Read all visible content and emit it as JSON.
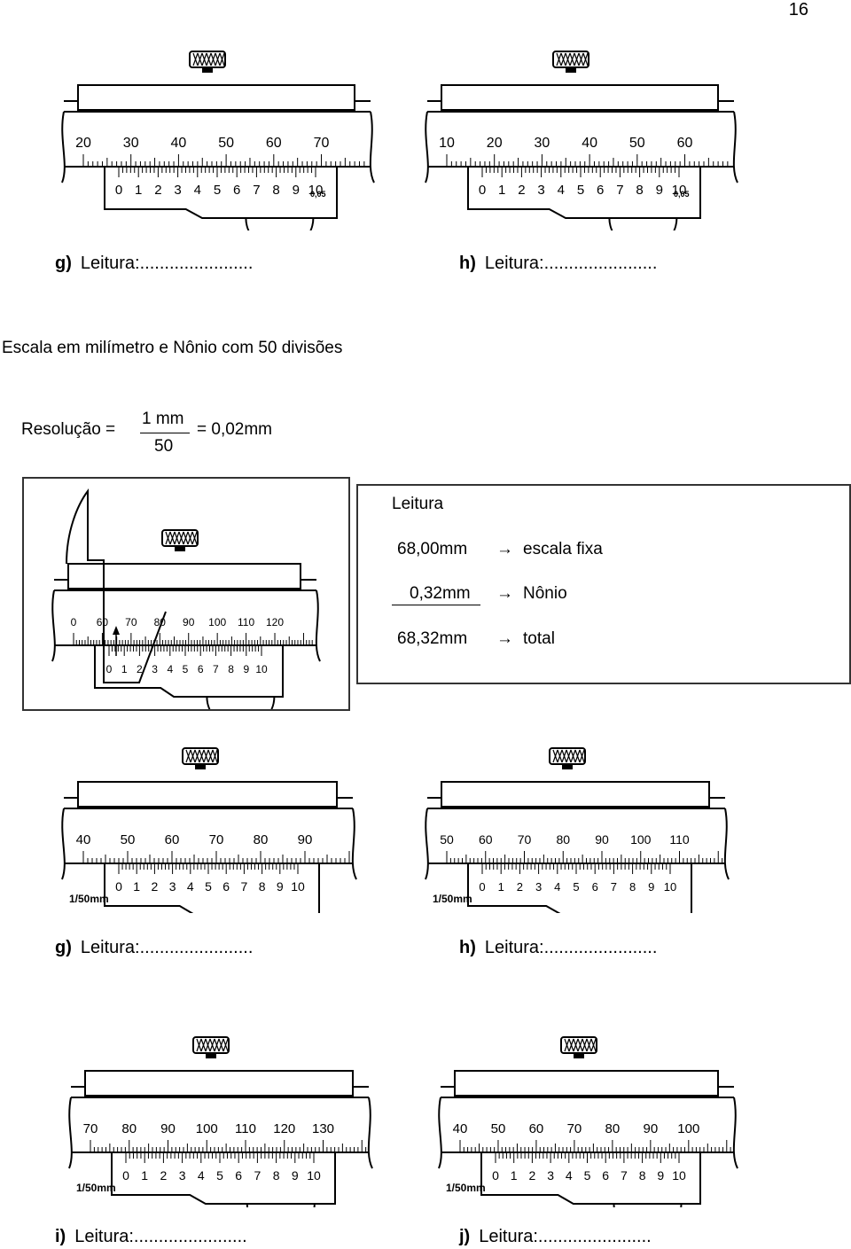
{
  "page_number": "16",
  "section_heading": "Escala em milímetro e Nônio com 50 divisões",
  "resolution": {
    "label": "Resolução =",
    "numerator": "1 mm",
    "denominator": "50",
    "result": "= 0,02mm"
  },
  "example_reading": {
    "title": "Leitura",
    "rows": [
      {
        "value": "68,00mm",
        "arrow": "→",
        "desc": "escala fixa"
      },
      {
        "value": "0,32mm",
        "arrow": "→",
        "desc": "Nônio"
      },
      {
        "value": "68,32mm",
        "arrow": "→",
        "desc": "total"
      }
    ]
  },
  "calipers": [
    {
      "id": "top-left",
      "main_labels": [
        "20",
        "30",
        "40",
        "50",
        "60",
        "70"
      ],
      "vernier_labels": [
        "0",
        "1",
        "2",
        "3",
        "4",
        "5",
        "6",
        "7",
        "8",
        "9",
        "10"
      ],
      "resolution_mark": "0,05"
    },
    {
      "id": "top-right",
      "main_labels": [
        "10",
        "20",
        "30",
        "40",
        "50",
        "60"
      ],
      "vernier_labels": [
        "0",
        "1",
        "2",
        "3",
        "4",
        "5",
        "6",
        "7",
        "8",
        "9",
        "10"
      ],
      "resolution_mark": "0,05"
    },
    {
      "id": "example",
      "main_labels": [
        "0",
        "60",
        "70",
        "80",
        "90",
        "100",
        "110",
        "120"
      ],
      "vernier_labels": [
        "0",
        "1",
        "2",
        "3",
        "4",
        "5",
        "6",
        "7",
        "8",
        "9",
        "10"
      ],
      "resolution_mark": ""
    },
    {
      "id": "mid-left",
      "main_labels": [
        "40",
        "50",
        "60",
        "70",
        "80",
        "90"
      ],
      "vernier_labels": [
        "0",
        "1",
        "2",
        "3",
        "4",
        "5",
        "6",
        "7",
        "8",
        "9",
        "10"
      ],
      "resolution_mark": "1/50mm"
    },
    {
      "id": "mid-right",
      "main_labels": [
        "50",
        "60",
        "70",
        "80",
        "90",
        "100",
        "110"
      ],
      "vernier_labels": [
        "0",
        "1",
        "2",
        "3",
        "4",
        "5",
        "6",
        "7",
        "8",
        "9",
        "10"
      ],
      "resolution_mark": "1/50mm"
    },
    {
      "id": "bot-left",
      "main_labels": [
        "70",
        "80",
        "90",
        "100",
        "110",
        "120",
        "130"
      ],
      "vernier_labels": [
        "0",
        "1",
        "2",
        "3",
        "4",
        "5",
        "6",
        "7",
        "8",
        "9",
        "10"
      ],
      "resolution_mark": "1/50mm"
    },
    {
      "id": "bot-right",
      "main_labels": [
        "40",
        "50",
        "60",
        "70",
        "80",
        "90",
        "100"
      ],
      "vernier_labels": [
        "0",
        "1",
        "2",
        "3",
        "4",
        "5",
        "6",
        "7",
        "8",
        "9",
        "10"
      ],
      "resolution_mark": "1/50mm"
    }
  ],
  "exercises": [
    {
      "letter": "g)",
      "text": "Leitura:......................."
    },
    {
      "letter": "h)",
      "text": "Leitura:......................."
    },
    {
      "letter": "g)",
      "text": "Leitura:......................."
    },
    {
      "letter": "h)",
      "text": "Leitura:......................."
    },
    {
      "letter": "i)",
      "text": "Leitura:......................."
    },
    {
      "letter": "j)",
      "text": "Leitura:......................."
    }
  ]
}
